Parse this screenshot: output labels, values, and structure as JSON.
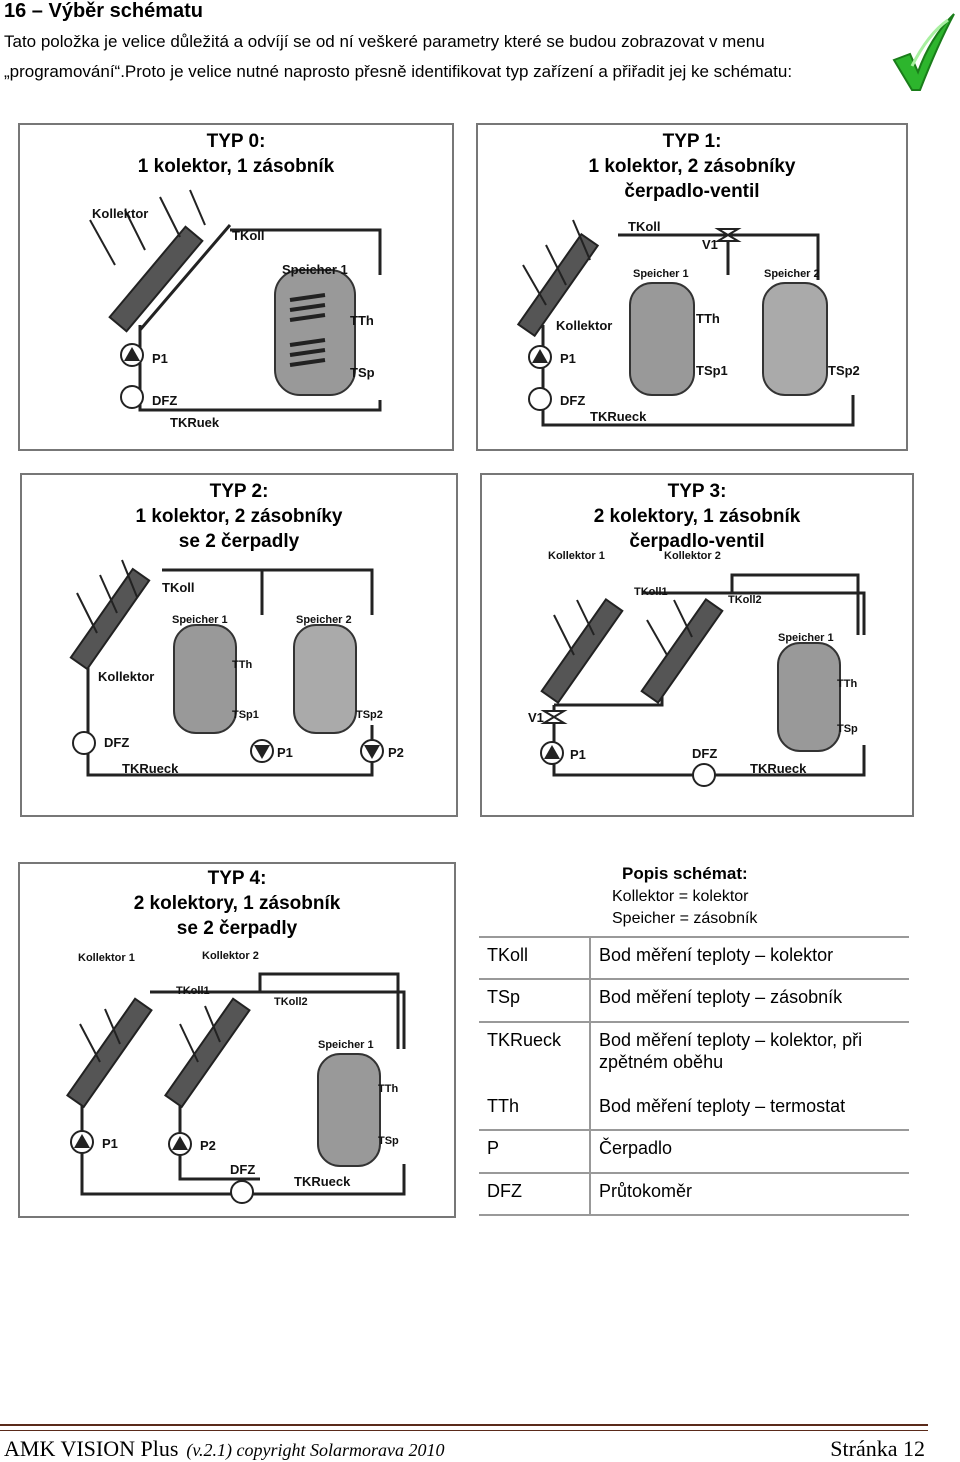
{
  "header": {
    "title": "16 – Výběr schématu",
    "intro_line1": "Tato položka je velice důležitá a odvíjí se od ní veškeré parametry které se budou zobrazovat v menu",
    "intro_line2": "„programování“.Proto je velice nutné naprosto přesně identifikovat typ zařízení a přiřadit jej ke schématu:",
    "check_icon": "check-icon",
    "check_color": "#2db52d"
  },
  "schemes": [
    {
      "title": [
        "TYP 0:",
        "1 kolektor, 1 zásobník"
      ],
      "labels": {
        "kollektor": "Kollektor",
        "tkoll": "TKoll",
        "speicher1": "Speicher 1",
        "tth": "TTh",
        "tsp": "TSp",
        "p1": "P1",
        "dfz": "DFZ",
        "tkrueck": "TKRuek"
      }
    },
    {
      "title": [
        "TYP 1:",
        "1 kolektor, 2 zásobníky",
        "čerpadlo-ventil"
      ],
      "labels": {
        "tkoll": "TKoll",
        "v1": "V1",
        "speicher1": "Speicher 1",
        "speicher2": "Speicher 2",
        "kollektor": "Kollektor",
        "tth": "TTh",
        "p1": "P1",
        "tsp1": "TSp1",
        "tsp2": "TSp2",
        "dfz": "DFZ",
        "tkrueck": "TKRueck"
      }
    },
    {
      "title": [
        "TYP 2:",
        "1 kolektor, 2 zásobníky",
        "se 2 čerpadly"
      ],
      "labels": {
        "tkoll": "TKoll",
        "speicher1": "Speicher 1",
        "speicher2": "Speicher 2",
        "tth": "TTh",
        "kollektor": "Kollektor",
        "tsp1": "TSp1",
        "tsp2": "TSp2",
        "dfz": "DFZ",
        "p1": "P1",
        "p2": "P2",
        "tkrueck": "TKRueck"
      }
    },
    {
      "title": [
        "TYP 3:",
        "2 kolektory, 1 zásobník",
        "čerpadlo-ventil"
      ],
      "labels": {
        "kollektor1": "Kollektor 1",
        "kollektor2": "Kollektor 2",
        "tkoll1": "TKoll1",
        "tkoll2": "TKoll2",
        "speicher1": "Speicher 1",
        "tth": "TTh",
        "v1": "V1",
        "tsp": "TSp",
        "p1": "P1",
        "dfz": "DFZ",
        "tkrueck": "TKRueck"
      }
    },
    {
      "title": [
        "TYP 4:",
        "2 kolektory, 1 zásobník",
        "se 2 čerpadly"
      ],
      "labels": {
        "kollektor1": "Kollektor 1",
        "kollektor2": "Kollektor 2",
        "tkoll1": "TKoll1",
        "tkoll2": "TKoll2",
        "speicher1": "Speicher 1",
        "tth": "TTh",
        "p1": "P1",
        "p2": "P2",
        "tsp": "TSp",
        "dfz": "DFZ",
        "tkrueck": "TKRueck"
      }
    }
  ],
  "legend": {
    "heading": "Popis schémat:",
    "line1": "Kollektor  = kolektor",
    "line2": "Speicher  = zásobník",
    "rows": [
      {
        "key": "TKoll",
        "value": "Bod měření teploty – kolektor"
      },
      {
        "key": "TSp",
        "value": "Bod měření teploty – zásobník"
      },
      {
        "key": "TKRueck",
        "value": "Bod  měření  teploty  – kolektor, při zpětném oběhu"
      },
      {
        "key": "TTh",
        "value": "Bod měření teploty – termostat"
      },
      {
        "key": "P",
        "value": "Čerpadlo"
      },
      {
        "key": "DFZ",
        "value": "Průtokoměr"
      }
    ]
  },
  "footer": {
    "product": "AMK VISION Plus",
    "version": "(v.2.1) copyright Solarmorava 2010",
    "page": "Stránka 12"
  }
}
